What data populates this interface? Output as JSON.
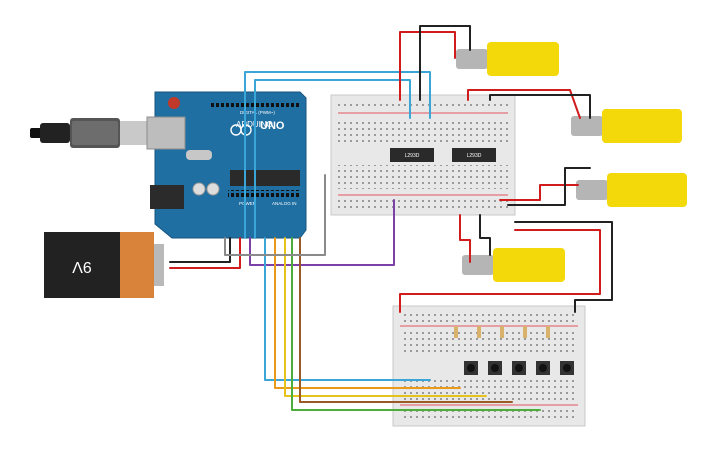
{
  "battery": {
    "label": "9V"
  },
  "arduino": {
    "brand": "ARDUINO",
    "model": "UNO",
    "digital_header": "DIGITAL (PWM~)",
    "power_header": "POWER",
    "analog_header": "ANALOG IN"
  },
  "drivers": [
    {
      "label": "L293D"
    },
    {
      "label": "L293D"
    }
  ],
  "motors": [
    {
      "id": "motor-1"
    },
    {
      "id": "motor-2"
    },
    {
      "id": "motor-3"
    },
    {
      "id": "motor-4"
    }
  ],
  "buttons_count": 5,
  "resistors_count": 5,
  "colors": {
    "board_blue": "#1f6fa3",
    "motor_yellow": "#f3d80a",
    "motor_gray": "#b5b5b5",
    "breadboard": "#e8e8e8",
    "battery_black": "#222222",
    "battery_orange": "#d9823a",
    "wire_red": "#d01c1c",
    "wire_black": "#222222",
    "wire_purple": "#7d3fa8",
    "wire_cyan": "#3aa6d8",
    "wire_orange": "#e99a1a",
    "wire_yellow": "#e6c31a",
    "wire_green": "#4cae3a",
    "wire_brown": "#9b5a25",
    "wire_gray": "#8a8a8a"
  }
}
